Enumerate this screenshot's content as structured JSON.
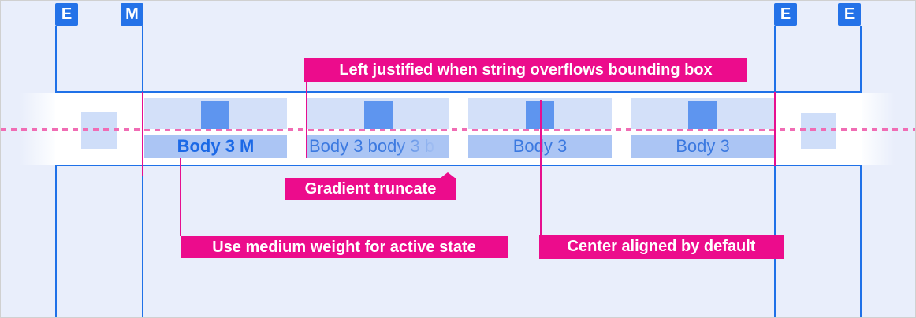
{
  "markers": {
    "left": [
      {
        "label": "E"
      },
      {
        "label": "M"
      }
    ],
    "right": [
      {
        "label": "E"
      },
      {
        "label": "E"
      }
    ]
  },
  "tab_bar": {
    "tabs": [
      {
        "label": "Body 3 M",
        "state": "active",
        "note": "medium weight"
      },
      {
        "label": "Body 3 body 3 b",
        "state": "default",
        "truncation": "gradient"
      },
      {
        "label": "Body 3",
        "state": "default"
      },
      {
        "label": "Body 3",
        "state": "default"
      }
    ]
  },
  "annotations": [
    {
      "text": "Left justified when string overflows bounding box"
    },
    {
      "text": "Gradient truncate"
    },
    {
      "text": "Use medium weight for active state"
    },
    {
      "text": "Center aligned by default"
    }
  ],
  "colors": {
    "background": "#e9eefb",
    "guide_blue": "#1f71e8",
    "marker_blue": "#2472e8",
    "annotation_pink": "#ec0c8c",
    "dashed_pink": "#f06cb4",
    "tab_bg": "#d3e0f9",
    "icon_fill": "#5e95ef",
    "label_bg": "#abc5f4",
    "active_text": "#1b69e6",
    "inactive_text": "#3b79e0"
  }
}
